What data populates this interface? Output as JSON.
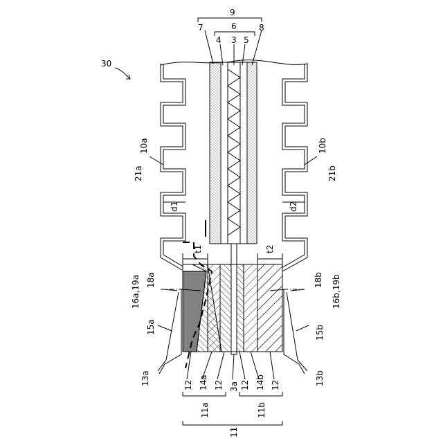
{
  "labels": {
    "n30": "30",
    "n9": "9",
    "n7": "7",
    "n6": "6",
    "n8": "8",
    "n4": "4",
    "n3": "3",
    "n5": "5",
    "n10a": "10a",
    "n21a": "21a",
    "n10b": "10b",
    "n21b": "21b",
    "d1": "d1",
    "d2": "d2",
    "t1": "t1",
    "t2": "t2",
    "n18a": "18a",
    "n16a19a": "16a,19a",
    "n15a": "15a",
    "n13a": "13a",
    "n18b": "18b",
    "n16b19b": "16b,19b",
    "n15b": "15b",
    "n13b": "13b",
    "n12_1": "12",
    "n14a": "14a",
    "n12_2": "12",
    "n3a": "3a",
    "n12_3": "12",
    "n14b": "14b",
    "n12_4": "12",
    "n11a": "11a",
    "n11b": "11b",
    "n11": "11"
  }
}
